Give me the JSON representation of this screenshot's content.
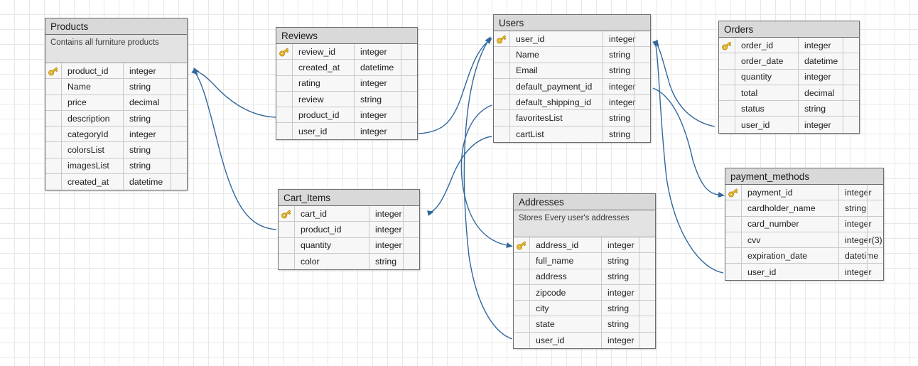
{
  "diagram": {
    "title": "Entity Relationship Diagram",
    "edge_color": "#31679c",
    "header_color": "#d9d9d9",
    "key_icon": "primary-key-icon"
  },
  "entities": [
    {
      "id": "products",
      "name": "Products",
      "note": "Contains all furniture products",
      "fields": [
        {
          "name": "product_id",
          "type": "integer",
          "pk": true
        },
        {
          "name": "Name",
          "type": "string",
          "pk": false
        },
        {
          "name": "price",
          "type": "decimal",
          "pk": false
        },
        {
          "name": "description",
          "type": "string",
          "pk": false
        },
        {
          "name": "categoryId",
          "type": "integer",
          "pk": false
        },
        {
          "name": "colorsList",
          "type": "string",
          "pk": false
        },
        {
          "name": "imagesList",
          "type": "string",
          "pk": false
        },
        {
          "name": "created_at",
          "type": "datetime",
          "pk": false
        }
      ]
    },
    {
      "id": "reviews",
      "name": "Reviews",
      "note": "",
      "fields": [
        {
          "name": "review_id",
          "type": "integer",
          "pk": true
        },
        {
          "name": "created_at",
          "type": "datetime",
          "pk": false
        },
        {
          "name": "rating",
          "type": "integer",
          "pk": false
        },
        {
          "name": "review",
          "type": "string",
          "pk": false
        },
        {
          "name": "product_id",
          "type": "integer",
          "pk": false
        },
        {
          "name": "user_id",
          "type": "integer",
          "pk": false
        }
      ]
    },
    {
      "id": "users",
      "name": "Users",
      "note": "",
      "fields": [
        {
          "name": "user_id",
          "type": "integer",
          "pk": true
        },
        {
          "name": "Name",
          "type": "string",
          "pk": false
        },
        {
          "name": "Email",
          "type": "string",
          "pk": false
        },
        {
          "name": "default_payment_id",
          "type": "integer",
          "pk": false
        },
        {
          "name": "default_shipping_id",
          "type": "integer",
          "pk": false
        },
        {
          "name": "favoritesList",
          "type": "string",
          "pk": false
        },
        {
          "name": "cartList",
          "type": "string",
          "pk": false
        }
      ]
    },
    {
      "id": "orders",
      "name": "Orders",
      "note": "",
      "fields": [
        {
          "name": "order_id",
          "type": "integer",
          "pk": true
        },
        {
          "name": "order_date",
          "type": "datetime",
          "pk": false
        },
        {
          "name": "quantity",
          "type": "integer",
          "pk": false
        },
        {
          "name": "total",
          "type": "decimal",
          "pk": false
        },
        {
          "name": "status",
          "type": "string",
          "pk": false
        },
        {
          "name": "user_id",
          "type": "integer",
          "pk": false
        }
      ]
    },
    {
      "id": "cart_items",
      "name": "Cart_Items",
      "note": "",
      "fields": [
        {
          "name": "cart_id",
          "type": "integer",
          "pk": true
        },
        {
          "name": "product_id",
          "type": "integer",
          "pk": false
        },
        {
          "name": "quantity",
          "type": "integer",
          "pk": false
        },
        {
          "name": "color",
          "type": "string",
          "pk": false
        }
      ]
    },
    {
      "id": "addresses",
      "name": "Addresses",
      "note": "Stores Every user's addresses",
      "fields": [
        {
          "name": "address_id",
          "type": "integer",
          "pk": true
        },
        {
          "name": "full_name",
          "type": "string",
          "pk": false
        },
        {
          "name": "address",
          "type": "string",
          "pk": false
        },
        {
          "name": "zipcode",
          "type": "integer",
          "pk": false
        },
        {
          "name": "city",
          "type": "string",
          "pk": false
        },
        {
          "name": "state",
          "type": "string",
          "pk": false
        },
        {
          "name": "user_id",
          "type": "integer",
          "pk": false
        }
      ]
    },
    {
      "id": "payment_methods",
      "name": "payment_methods",
      "note": "",
      "fields": [
        {
          "name": "payment_id",
          "type": "integer",
          "pk": true
        },
        {
          "name": "cardholder_name",
          "type": "string",
          "pk": false
        },
        {
          "name": "card_number",
          "type": "integer",
          "pk": false
        },
        {
          "name": "cvv",
          "type": "integer(3)",
          "pk": false
        },
        {
          "name": "expiration_date",
          "type": "datetime",
          "pk": false
        },
        {
          "name": "user_id",
          "type": "integer",
          "pk": false
        }
      ]
    }
  ],
  "relationships": [
    {
      "from": "reviews.product_id",
      "to": "products.product_id"
    },
    {
      "from": "cart_items.product_id",
      "to": "products.product_id"
    },
    {
      "from": "reviews.user_id",
      "to": "users.user_id"
    },
    {
      "from": "addresses.user_id",
      "to": "users.user_id"
    },
    {
      "from": "payment_methods.user_id",
      "to": "users.user_id"
    },
    {
      "from": "orders.user_id",
      "to": "users.user_id"
    },
    {
      "from": "users.cartList",
      "to": "cart_items.cart_id"
    },
    {
      "from": "users.default_shipping_id",
      "to": "addresses.address_id"
    },
    {
      "from": "users.default_payment_id",
      "to": "payment_methods.payment_id"
    }
  ]
}
